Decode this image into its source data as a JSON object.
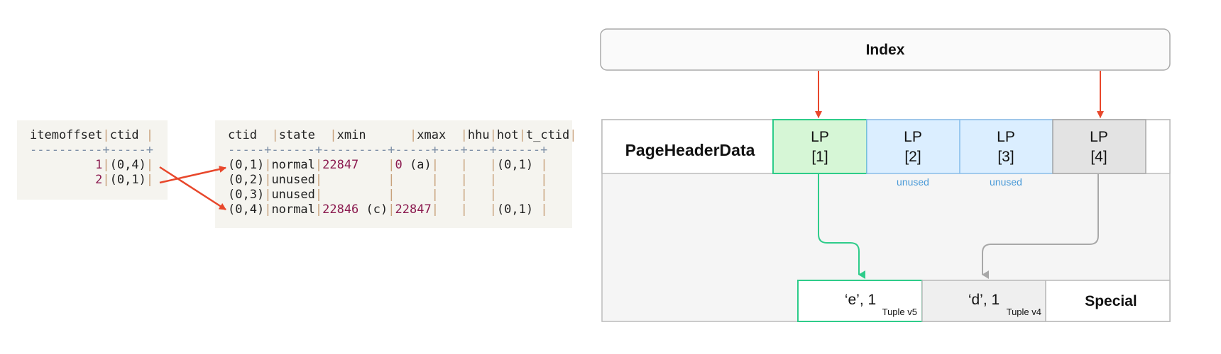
{
  "left_table": {
    "headers": [
      "itemoffset",
      "ctid"
    ],
    "rows": [
      {
        "itemoffset": "1",
        "ctid": "(0,4)"
      },
      {
        "itemoffset": "2",
        "ctid": "(0,1)"
      }
    ]
  },
  "tuple_table": {
    "headers": [
      "ctid",
      "state",
      "xmin",
      "xmax",
      "hhu",
      "hot",
      "t_ctid"
    ],
    "rows": [
      {
        "ctid": "(0,1)",
        "state": "normal",
        "xmin": "22847",
        "xmax": "0 (a)",
        "hhu": "",
        "hot": "",
        "t_ctid": "(0,1)"
      },
      {
        "ctid": "(0,2)",
        "state": "unused",
        "xmin": "",
        "xmax": "",
        "hhu": "",
        "hot": "",
        "t_ctid": ""
      },
      {
        "ctid": "(0,3)",
        "state": "unused",
        "xmin": "",
        "xmax": "",
        "hhu": "",
        "hot": "",
        "t_ctid": ""
      },
      {
        "ctid": "(0,4)",
        "state": "normal",
        "xmin": "22846 (c)",
        "xmax": "22847",
        "hhu": "",
        "hot": "",
        "t_ctid": "(0,1)"
      }
    ]
  },
  "diagram": {
    "index_label": "Index",
    "page_header_label": "PageHeaderData",
    "line_pointers": [
      {
        "label": "LP",
        "num": "[1]",
        "note": ""
      },
      {
        "label": "LP",
        "num": "[2]",
        "note": "unused"
      },
      {
        "label": "LP",
        "num": "[3]",
        "note": "unused"
      },
      {
        "label": "LP",
        "num": "[4]",
        "note": ""
      }
    ],
    "tuples": [
      {
        "value": "‘e’, 1",
        "version": "Tuple v5"
      },
      {
        "value": "‘d’, 1",
        "version": "Tuple v4"
      }
    ],
    "special_label": "Special"
  },
  "colors": {
    "arrow_red": "#e8472b",
    "green_border": "#2ecc8a",
    "green_fill": "#d6f6d6",
    "blue_fill": "#dbeeff",
    "blue_border": "#8ec2ee",
    "blue_text": "#4a9ad8",
    "gray_fill": "#e3e3e3",
    "gray_border": "#a8a8a8"
  }
}
